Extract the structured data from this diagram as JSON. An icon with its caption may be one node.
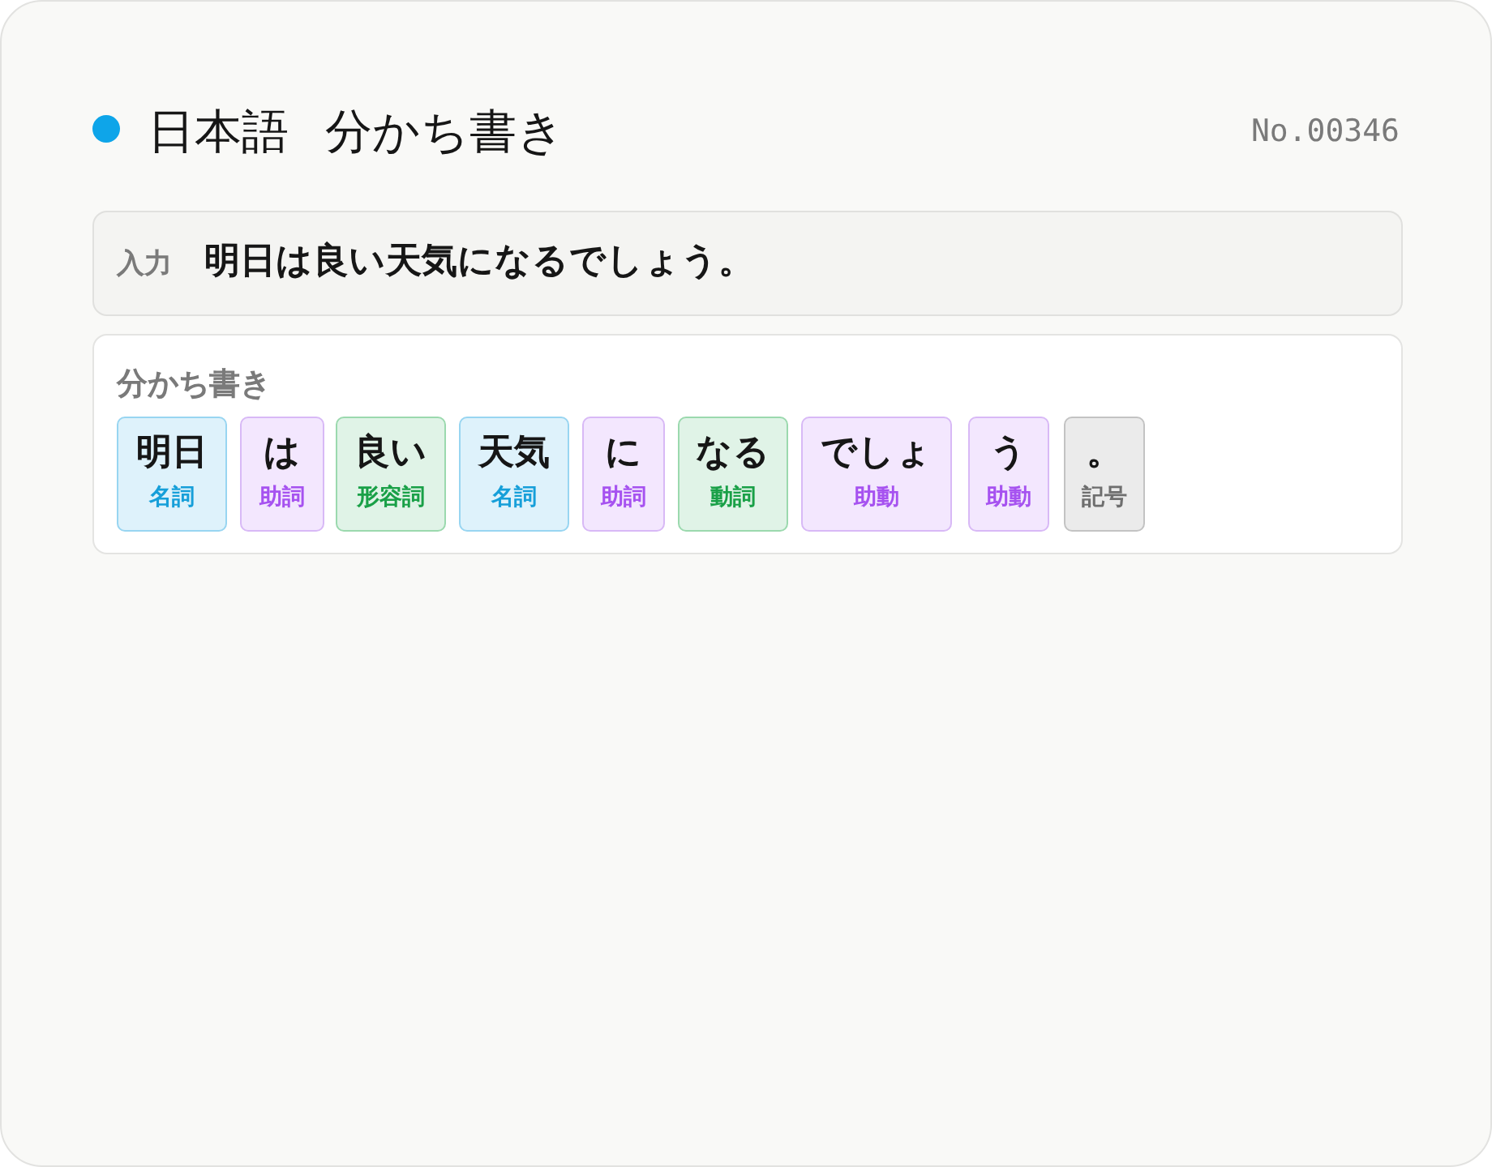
{
  "diagram": {
    "title": "日本語 分かち書き",
    "nodes": [
      {
        "text": [
          "入力",
          "明日は良い天気になるでしょう。"
        ]
      },
      {
        "text": [
          "分かち書き"
        ]
      },
      {
        "text": [
          "明日",
          "名詞"
        ],
        "in": 1
      },
      {
        "text": [
          "は",
          "助詞"
        ],
        "in": 1
      },
      {
        "text": [
          "良い",
          "形容詞"
        ],
        "in": 1
      },
      {
        "text": [
          "天気",
          "名詞"
        ],
        "in": 1
      },
      {
        "text": [
          "に",
          "助詞"
        ],
        "in": 1
      },
      {
        "text": [
          "なる",
          "動詞"
        ],
        "in": 1
      },
      {
        "text": [
          "でしょ",
          "助動"
        ],
        "in": 1
      },
      {
        "text": [
          "う",
          "助動"
        ],
        "in": 1
      },
      {
        "text": [
          "。",
          "記号"
        ],
        "in": 1
      }
    ],
    "edges": [],
    "labels": [
      "No.00346"
    ]
  }
}
